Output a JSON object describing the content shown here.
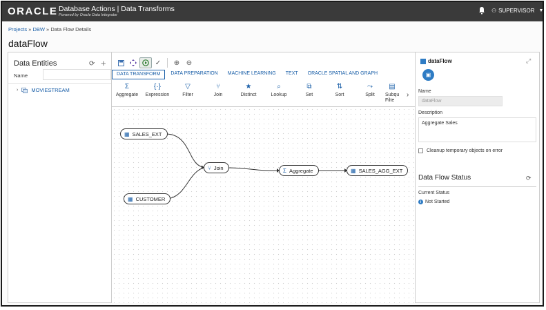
{
  "header": {
    "logo": "ORACLE",
    "app_title": "Database Actions | Data Transforms",
    "app_subtitle": "Powered by Oracle Data Integrator",
    "user": "SUPERVISOR"
  },
  "breadcrumb": {
    "projects": "Projects",
    "sep1": "»",
    "project": "DBW",
    "sep2": "»",
    "current": "Data Flow Details"
  },
  "page_title": "dataFlow",
  "left_panel": {
    "title": "Data Entities",
    "name_label": "Name",
    "name_value": "",
    "tree_items": [
      {
        "label": "MOVIESTREAM"
      }
    ]
  },
  "toolbar": {
    "category_tabs": [
      {
        "label": "DATA TRANSFORM",
        "active": true
      },
      {
        "label": "DATA PREPARATION",
        "active": false
      },
      {
        "label": "MACHINE LEARNING",
        "active": false
      },
      {
        "label": "TEXT",
        "active": false
      },
      {
        "label": "ORACLE SPATIAL AND GRAPH",
        "active": false
      }
    ],
    "operators": [
      {
        "label": "Aggregate",
        "icon": "Σ"
      },
      {
        "label": "Expression",
        "icon": "{·}"
      },
      {
        "label": "Filter",
        "icon": "▽"
      },
      {
        "label": "Join",
        "icon": "⑂"
      },
      {
        "label": "Distinct",
        "icon": "★"
      },
      {
        "label": "Lookup",
        "icon": "⌕"
      },
      {
        "label": "Set",
        "icon": "⧉"
      },
      {
        "label": "Sort",
        "icon": "⇅"
      },
      {
        "label": "Split",
        "icon": "⤳"
      },
      {
        "label": "Subqu Filte",
        "icon": "▤"
      }
    ]
  },
  "canvas": {
    "nodes": {
      "sales_ext": "SALES_EXT",
      "customer": "CUSTOMER",
      "join": "Join",
      "aggregate": "Aggregate",
      "sales_agg_ext": "SALES_AGG_EXT"
    }
  },
  "right_panel": {
    "title": "dataFlow",
    "name_label": "Name",
    "name_value": "dataFlow",
    "description_label": "Description",
    "description_value": "Aggregate Sales",
    "cleanup_label": "Cleanup temporary objects on error",
    "cleanup_checked": false,
    "status_title": "Data Flow Status",
    "current_status_label": "Current Status",
    "current_status_value": "Not Started"
  },
  "colors": {
    "header_bg": "#3a3a3a",
    "accent": "#1a5fa8",
    "icon_blue": "#2f7cc4"
  }
}
